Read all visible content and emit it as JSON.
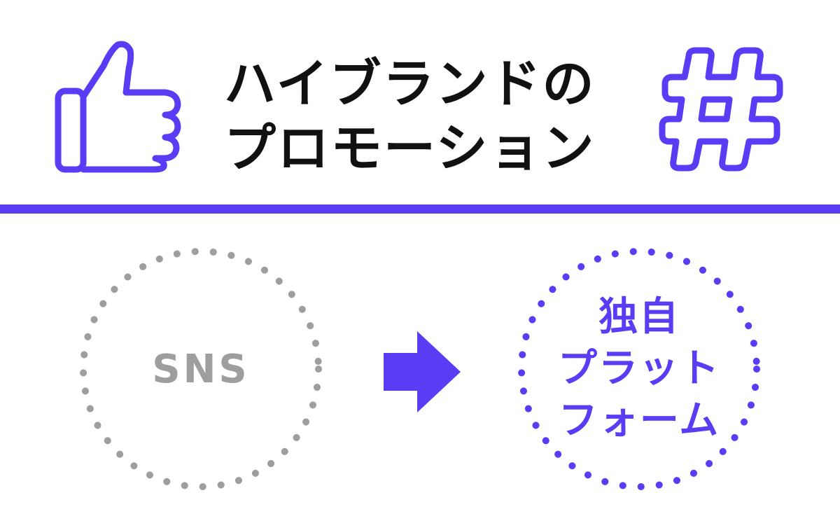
{
  "title": {
    "line1": "ハイブランドの",
    "line2": "プロモーション"
  },
  "colors": {
    "accent": "#5b3cf5",
    "gray": "#9e9e9e",
    "text": "#111111"
  },
  "icons": {
    "left": "thumbs-up-icon",
    "right": "hashtag-icon",
    "middle": "right-arrow-icon"
  },
  "diagram": {
    "from": {
      "label": "SNS"
    },
    "to": {
      "lines": [
        "独自",
        "プラット",
        "フォーム"
      ]
    }
  }
}
